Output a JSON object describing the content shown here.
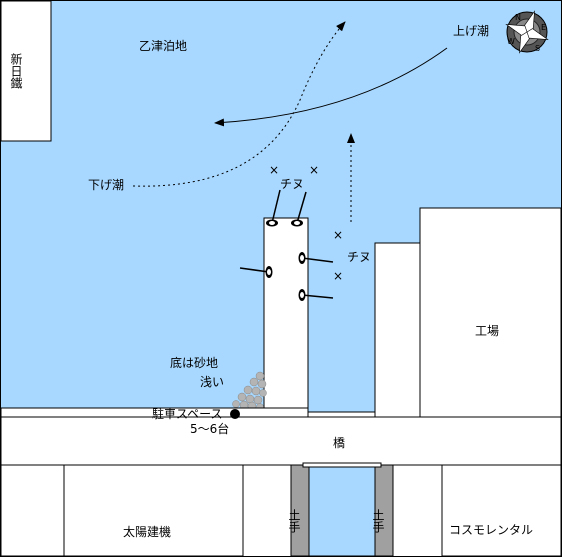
{
  "colors": {
    "water": "#a8d8ff",
    "land": "#ffffff",
    "outline": "#000000",
    "embankment": "#a0a0a0",
    "rocks": "#b4b4b4"
  },
  "compass": {
    "icon": "compass-rose-icon",
    "north": "N",
    "east": "E",
    "south": "S",
    "west": "W"
  },
  "labels": {
    "shinnittetsu": "新日鐵",
    "otsu_anchorage": "乙津泊地",
    "rising_tide": "上げ潮",
    "falling_tide": "下げ潮",
    "chinu_1": "チヌ",
    "chinu_2": "チヌ",
    "factory": "工場",
    "sandy_bottom": "底は砂地",
    "shallow": "浅い",
    "parking": "駐車スペース",
    "parking_capacity": "5～6台",
    "bridge": "橋",
    "taiyo_kenki": "太陽建機",
    "embankment_left": "土手",
    "embankment_right": "土手",
    "cosmo_rental": "コスモレンタル"
  },
  "markers": {
    "fish_point": "×",
    "parking_dot": "●"
  }
}
